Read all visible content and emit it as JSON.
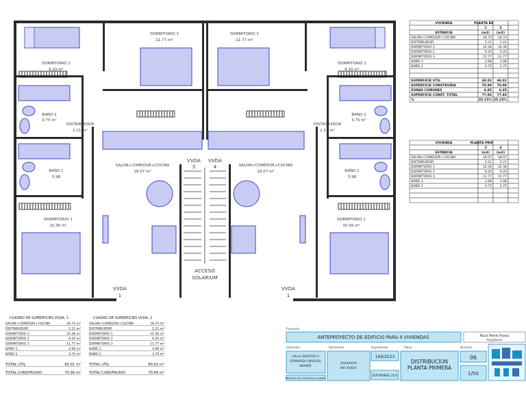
{
  "rooms": {
    "dormitorio2_left": {
      "name": "DORMITORIO 2",
      "area": "9.20 m²"
    },
    "dormitorio2_right": {
      "name": "DORMITORIO 2",
      "area": "9.20 m²"
    },
    "dormitorio3_left": {
      "name": "DORMITORIO 3",
      "area": "11.77 m²"
    },
    "dormitorio3_right": {
      "name": "DORMITORIO 3",
      "area": "11.77 m²"
    },
    "bano2_left": {
      "name": "BAÑO 2",
      "area": "3.75 m²"
    },
    "bano2_right": {
      "name": "BAÑO 2",
      "area": "3.75 m²"
    },
    "distribuidor_left": {
      "name": "DISTRIBUIDOR",
      "area": "2.21 m²"
    },
    "distribuidor_right": {
      "name": "DISTRIBUIDOR",
      "area": "2.21 m²"
    },
    "bano1_left": {
      "name": "BAÑO 1",
      "area": "3.98"
    },
    "bano1_right": {
      "name": "BAÑO 1",
      "area": "3.98"
    },
    "salon_left": {
      "name": "SALON+COMEDOR+COCINA",
      "area": "18.07 m²"
    },
    "salon_right": {
      "name": "SALON+COMEDOR+COCINA",
      "area": "18.07 m²"
    },
    "dormitorio1_left": {
      "name": "DORMITORIO 1",
      "area": "10.36 m²"
    },
    "dormitorio1_right": {
      "name": "DORMITORIO 1",
      "area": "10.36 m²"
    },
    "vvda3": {
      "line1": "VVDA",
      "line2": "3"
    },
    "vvda4": {
      "line1": "VVDA",
      "line2": "4"
    },
    "vvda1_bottom": {
      "line1": "VVDA",
      "line2": "1"
    },
    "vvda1_bottom_right": {
      "line1": "VVDA",
      "line2": "1"
    },
    "acceso": {
      "line1": "ACCESO",
      "line2": "SOLARIUM"
    }
  },
  "table_baja": {
    "header_vivienda": "VIVIENDA",
    "header_planta": "PLANTA BAJA",
    "cols": [
      "1",
      "2"
    ],
    "estancia": "ESTANCIA",
    "units": [
      "(m2)",
      "(m2)"
    ],
    "rows": [
      {
        "name": "SALON+COMEDOR+COCINA",
        "v": [
          "18.74",
          "18.74"
        ]
      },
      {
        "name": "DISTRIBUIDOR",
        "v": [
          "2.21",
          "2.21"
        ]
      },
      {
        "name": "DORMITORIO 1",
        "v": [
          "10.36",
          "10.36"
        ]
      },
      {
        "name": "DORMITORIO 2",
        "v": [
          "9.20",
          "9.20"
        ]
      },
      {
        "name": "DORMITORIO 3",
        "v": [
          "11.77",
          "11.77"
        ]
      },
      {
        "name": "BAÑO 1",
        "v": [
          "3.98",
          "3.98"
        ]
      },
      {
        "name": "BAÑO 2",
        "v": [
          "3.75",
          "3.75"
        ]
      }
    ],
    "totals": [
      {
        "name": "SUPERFICIE UTIL",
        "v": [
          "60.01",
          "60.01"
        ]
      },
      {
        "name": "SUPERFICIE CONSTRUIDA",
        "v": [
          "70.99",
          "70.99"
        ]
      },
      {
        "name": "ZONAS COMUNES",
        "v": [
          "6.85",
          "6.85"
        ]
      },
      {
        "name": "SUPERFICIE CONST. TOTAL",
        "v": [
          "77.83",
          "77.83"
        ]
      },
      {
        "name": "%",
        "v": [
          "25.15%",
          "25.15%"
        ]
      }
    ]
  },
  "table_primera": {
    "header_vivienda": "VIVIENDA",
    "header_planta": "PLANTA PRIMERA",
    "cols": [
      "3",
      "4"
    ],
    "estancia": "ESTANCIA",
    "units": [
      "(m2)",
      "(m2)"
    ],
    "rows": [
      {
        "name": "SALON+COMEDOR+COCINA",
        "v": [
          "18.07",
          "18.07"
        ]
      },
      {
        "name": "DISTRIBUIDOR",
        "v": [
          "2.21",
          "2.21"
        ]
      },
      {
        "name": "DORMITORIO 1",
        "v": [
          "10.36",
          "10.36"
        ]
      },
      {
        "name": "DORMITORIO 2",
        "v": [
          "9.20",
          "9.20"
        ]
      },
      {
        "name": "DORMITORIO 3",
        "v": [
          "11.77",
          "11.77"
        ]
      },
      {
        "name": "BAÑO 1",
        "v": [
          "3.98",
          "3.98"
        ]
      },
      {
        "name": "BAÑO 2",
        "v": [
          "3.75",
          "3.75"
        ]
      }
    ]
  },
  "cuadro1": {
    "title": "CUADRO DE SUPERFICIES VVDA. 1",
    "rows": [
      {
        "name": "SALON+COMEDOR+COCINA",
        "v": "18.74 m²"
      },
      {
        "name": "DISTRIBUIDOR",
        "v": "2.21 m²"
      },
      {
        "name": "DORMITORIO 1",
        "v": "10.36 m²"
      },
      {
        "name": "DORMITORIO 2",
        "v": "9.20 m²"
      },
      {
        "name": "DORMITORIO 3",
        "v": "11.77 m²"
      },
      {
        "name": "BAÑO 1",
        "v": "3.98 m²"
      },
      {
        "name": "BAÑO 2",
        "v": "3.75 m²"
      }
    ],
    "total_util": {
      "name": "TOTAL UTIL",
      "v": "60.01 m²"
    },
    "total_construido": {
      "name": "TOTAL CONSTRUIDO",
      "v": "70.99 m²"
    }
  },
  "cuadro2": {
    "title": "CUADRO DE SUPERFICIES VVDA. 2",
    "rows": [
      {
        "name": "SALON+COMEDOR+COCINA",
        "v": "18.74 m²"
      },
      {
        "name": "DISTRIBUIDOR",
        "v": "2.21 m²"
      },
      {
        "name": "DORMITORIO 1",
        "v": "10.36 m²"
      },
      {
        "name": "DORMITORIO 2",
        "v": "9.20 m²"
      },
      {
        "name": "DORMITORIO 3",
        "v": "11.77 m²"
      },
      {
        "name": "BAÑO 1",
        "v": "3.98 m²"
      },
      {
        "name": "BAÑO 2",
        "v": "3.75 m²"
      }
    ],
    "total_util": {
      "name": "TOTAL UTIL",
      "v": "60.01 m²"
    },
    "total_construido": {
      "name": "TOTAL CONSTRUIDO",
      "v": "70.99 m²"
    }
  },
  "cartouche": {
    "proyecto_label": "Proyecto",
    "proyecto": "ANTEPROYECTO DE EDIFICIO PARA 4 VIVIENDAS",
    "autor": "Raúl Meré Palau",
    "autor_role": "Arquitecto",
    "situacion_label": "Situación",
    "situacion": "CALLE DOROTEA S\nESPINARDO (MURCIA)\nINFANTE",
    "situacion2": "PROMOTOR:CONSTRUCCIONES",
    "solicitante_label": "Solicitante",
    "solicitante": "XXXXXXXX\nNIF XXXXX",
    "expediente_label": "Expediente",
    "expediente": "169/2023",
    "fecha": "SEPTIEMBRE 2023",
    "plano_label": "Plano",
    "plano": "DISTRIBUCION\nPLANTA PRIMERA",
    "numero_label": "Número",
    "numero": "06",
    "escala": "1/50"
  },
  "colors": {
    "furniture": "#c9ccf2",
    "furniture_stroke": "#3f44c7",
    "title_block": "#bfe5f4",
    "title_stroke": "#1a8fc2"
  }
}
